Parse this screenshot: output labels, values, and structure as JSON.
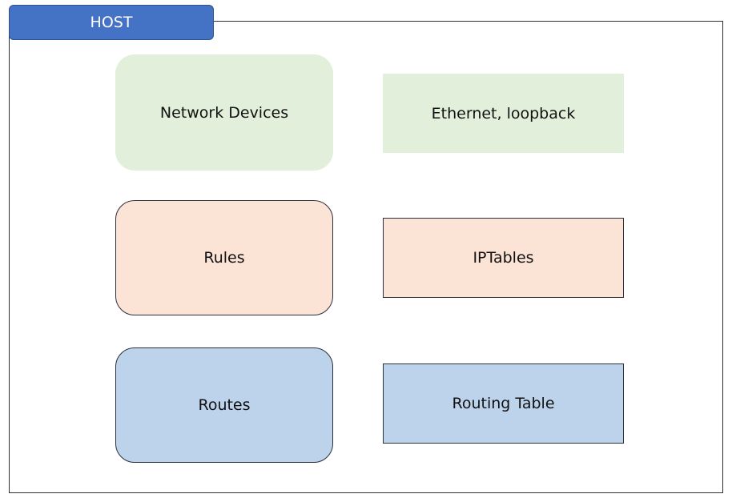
{
  "host": {
    "label": "HOST"
  },
  "rows": [
    {
      "concept": "Network Devices",
      "implementation": "Ethernet, loopback"
    },
    {
      "concept": "Rules",
      "implementation": "IPTables"
    },
    {
      "concept": "Routes",
      "implementation": "Routing Table"
    }
  ],
  "colors": {
    "host_tab": "#4472c4",
    "network_devices": "#e2efda",
    "rules": "#fbe3d6",
    "routes": "#bdd3ec",
    "border": "#2b2f3a"
  }
}
